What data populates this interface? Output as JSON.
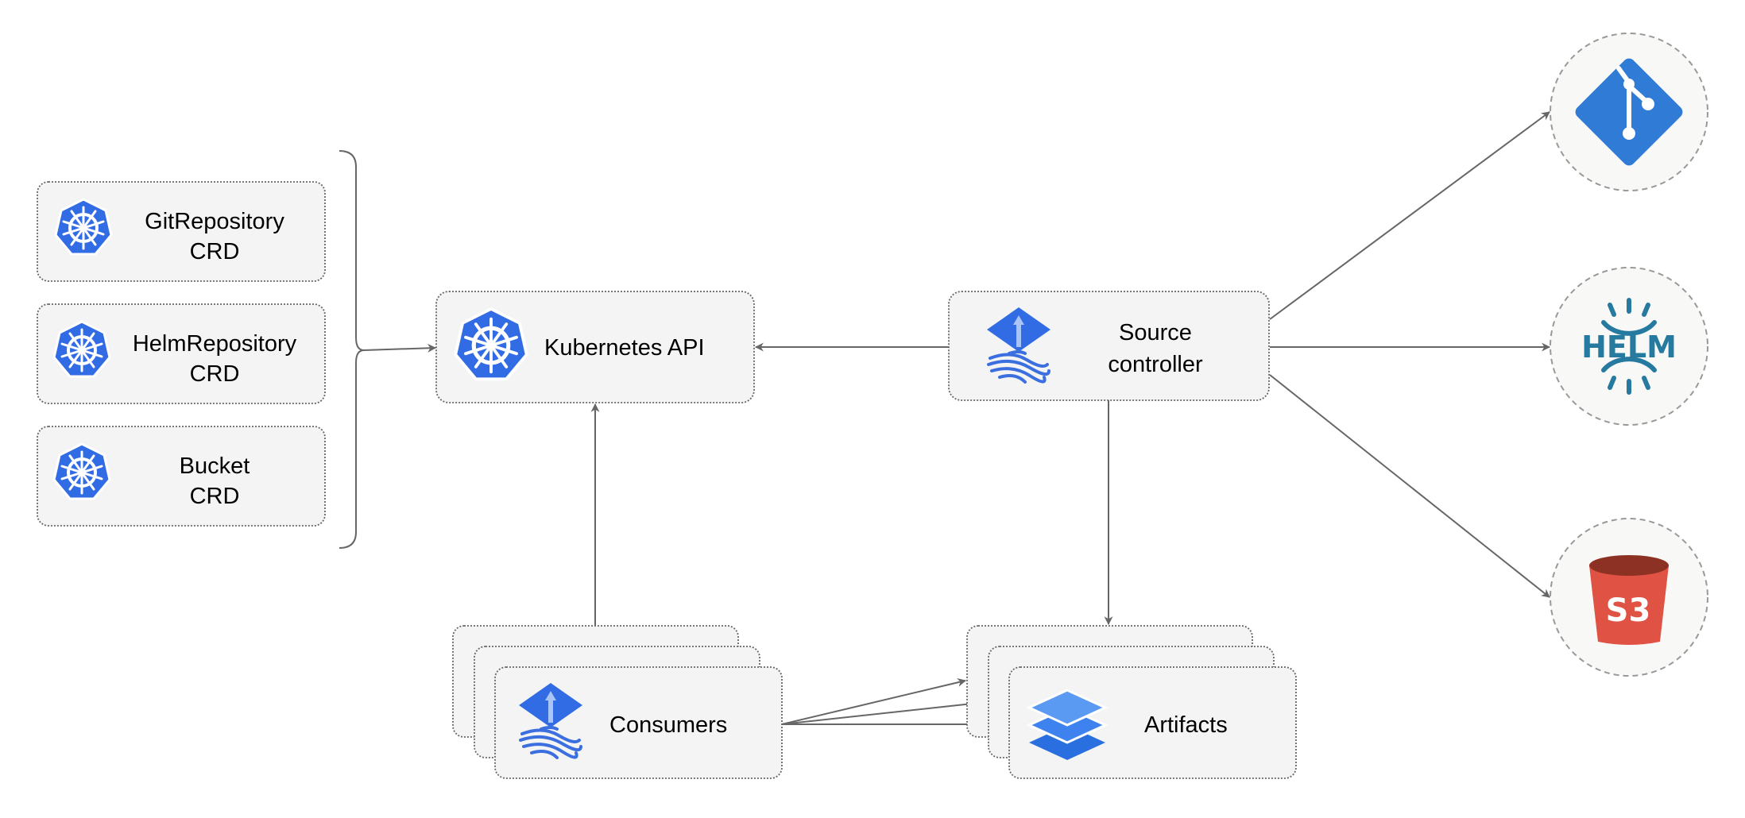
{
  "nodes": {
    "git_repository_crd": {
      "lines": [
        "GitRepository",
        "CRD"
      ],
      "icon": "kubernetes-icon"
    },
    "helm_repository_crd": {
      "lines": [
        "HelmRepository",
        "CRD"
      ],
      "icon": "kubernetes-icon"
    },
    "bucket_crd": {
      "lines": [
        "Bucket",
        "CRD"
      ],
      "icon": "kubernetes-icon"
    },
    "kubernetes_api": {
      "label": "Kubernetes API",
      "icon": "kubernetes-icon"
    },
    "source_controller": {
      "lines": [
        "Source",
        "controller"
      ],
      "icon": "flux-icon"
    },
    "consumers": {
      "label": "Consumers",
      "icon": "flux-icon"
    },
    "artifacts": {
      "label": "Artifacts",
      "icon": "layers-icon"
    },
    "git": {
      "icon": "git-icon"
    },
    "helm": {
      "label": "HELM",
      "icon": "helm-icon"
    },
    "s3": {
      "label": "S3",
      "icon": "s3-bucket-icon"
    }
  },
  "colors": {
    "kubernetes": "#326ce5",
    "git": "#2f7bd6",
    "helm": "#277a9f",
    "s3_body": "#e05243",
    "s3_top": "#8c3123",
    "edge": "#666666"
  }
}
